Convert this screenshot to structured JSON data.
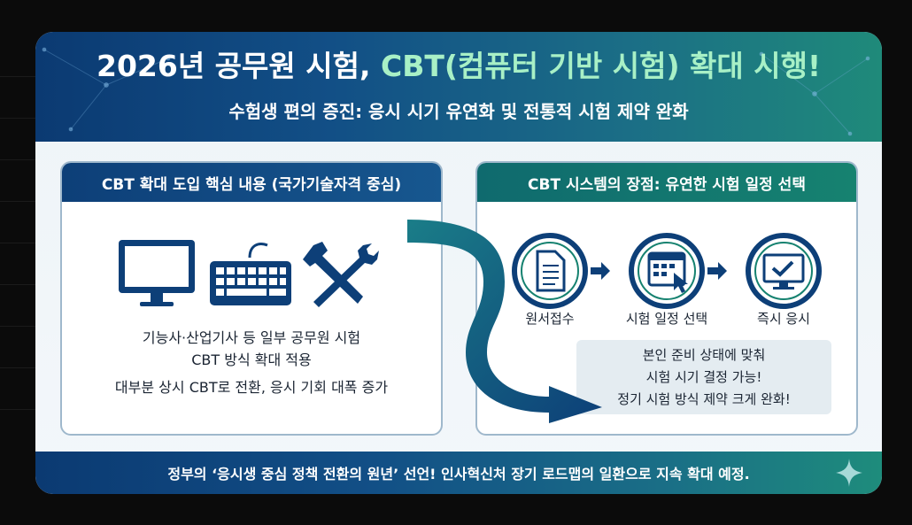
{
  "header": {
    "title_part1": "2026년 공무원 시험, ",
    "title_highlight": "CBT(컴퓨터 기반 시험) 확대 시행!",
    "subtitle": "수험생 편의 증진: 응시 시기 유연화 및 전통적 시험 제약 완화"
  },
  "left_panel": {
    "title": "CBT 확대 도입 핵심 내용 (국가기술자격 중심)",
    "icons": [
      "monitor-icon",
      "keyboard-icon",
      "tools-icon"
    ],
    "line1": "기능사·산업기사 등 일부 공무원 시험",
    "line2": "CBT 방식 확대 적용",
    "line3": "대부분 상시 CBT로 전환, 응시 기회 대폭 증가"
  },
  "right_panel": {
    "title": "CBT 시스템의 장점: 유연한 시험 일정 선택",
    "steps": [
      {
        "label": "원서접수",
        "icon": "document-icon"
      },
      {
        "label": "시험 일정 선택",
        "icon": "calendar-icon"
      },
      {
        "label": "즉시 응시",
        "icon": "monitor-check-icon"
      }
    ],
    "box_line1": "본인 준비 상태에 맞춰",
    "box_line2": "시험 시기 결정 가능!",
    "box_line3": "정기 시험 방식 제약 크게 완화!"
  },
  "footer": {
    "text": "정부의 ‘응시생 중심 정책 전환의 원년’ 선언! 인사혁신처 장기 로드맵의 일환으로 지속 확대 예정."
  },
  "colors": {
    "header_start": "#0b3a72",
    "header_end": "#1f8a7a",
    "title_highlight": "#a8f0c6",
    "accent_teal": "#168270",
    "accent_navy": "#0d3f78"
  }
}
